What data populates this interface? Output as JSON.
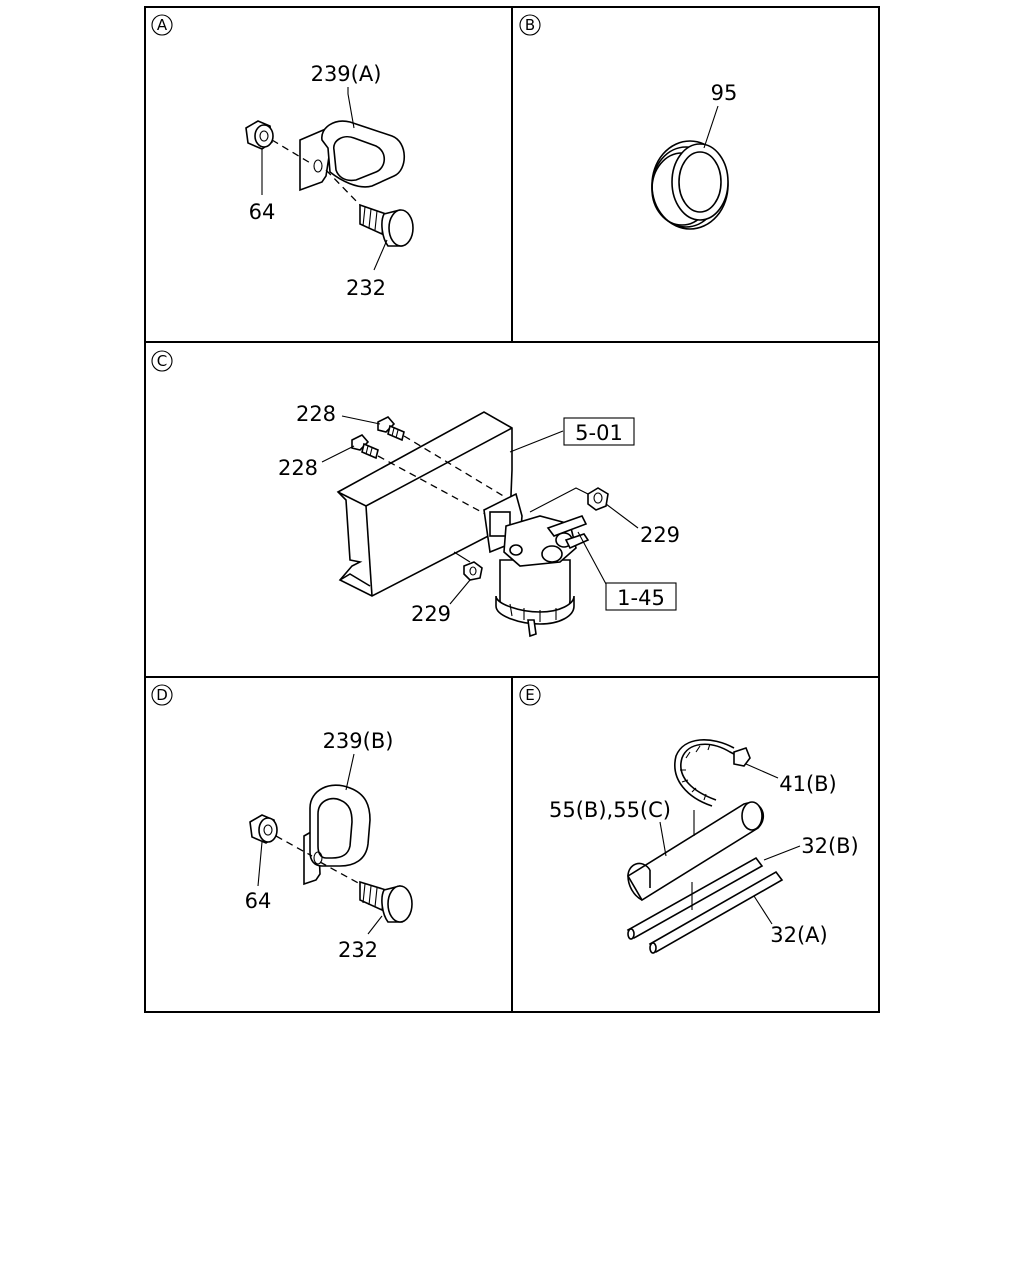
{
  "panels": [
    {
      "id": "A",
      "parts": [
        "239(A)",
        "64",
        "232"
      ]
    },
    {
      "id": "B",
      "parts": [
        "95"
      ]
    },
    {
      "id": "C",
      "parts": [
        "228",
        "228",
        "5-01",
        "229",
        "1-45",
        "229"
      ]
    },
    {
      "id": "D",
      "parts": [
        "239(B)",
        "64",
        "232"
      ]
    },
    {
      "id": "E",
      "parts": [
        "41(B)",
        "55(B),55(C)",
        "32(B)",
        "32(A)"
      ]
    }
  ]
}
